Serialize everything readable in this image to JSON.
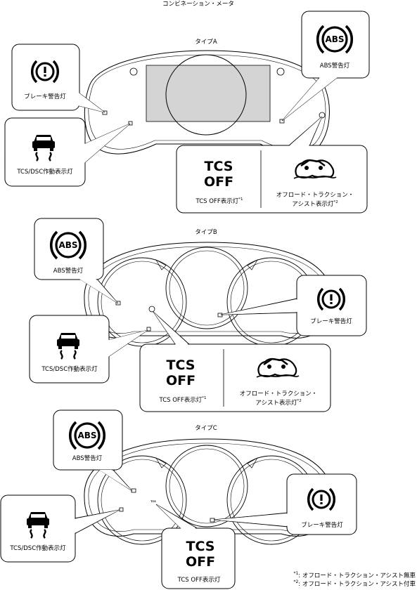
{
  "title": "コンビネーション・メータ",
  "types": {
    "a": "タイプA",
    "b": "タイプB",
    "c": "タイプC"
  },
  "labels": {
    "brake": "ブレーキ警告灯",
    "abs": "ABS警告灯",
    "tcs_dsc": "TCS/DSC作動表示灯",
    "tcs_off": "TCS OFF表示灯",
    "offroad_line1": "オフロード・トラクション・",
    "offroad_line2": "アシスト表示灯"
  },
  "icon_text": {
    "abs": "ABS",
    "tcs_line1": "TCS",
    "tcs_line2": "OFF",
    "tcs_small": "TCS"
  },
  "marks": {
    "note1": "*1",
    "note2": "*2"
  },
  "footnotes": [
    {
      "mark": "*1",
      "text": ": オフロード・トラクション・アシスト無車"
    },
    {
      "mark": "*2",
      "text": ": オフロード・トラクション・アシスト付車"
    }
  ]
}
